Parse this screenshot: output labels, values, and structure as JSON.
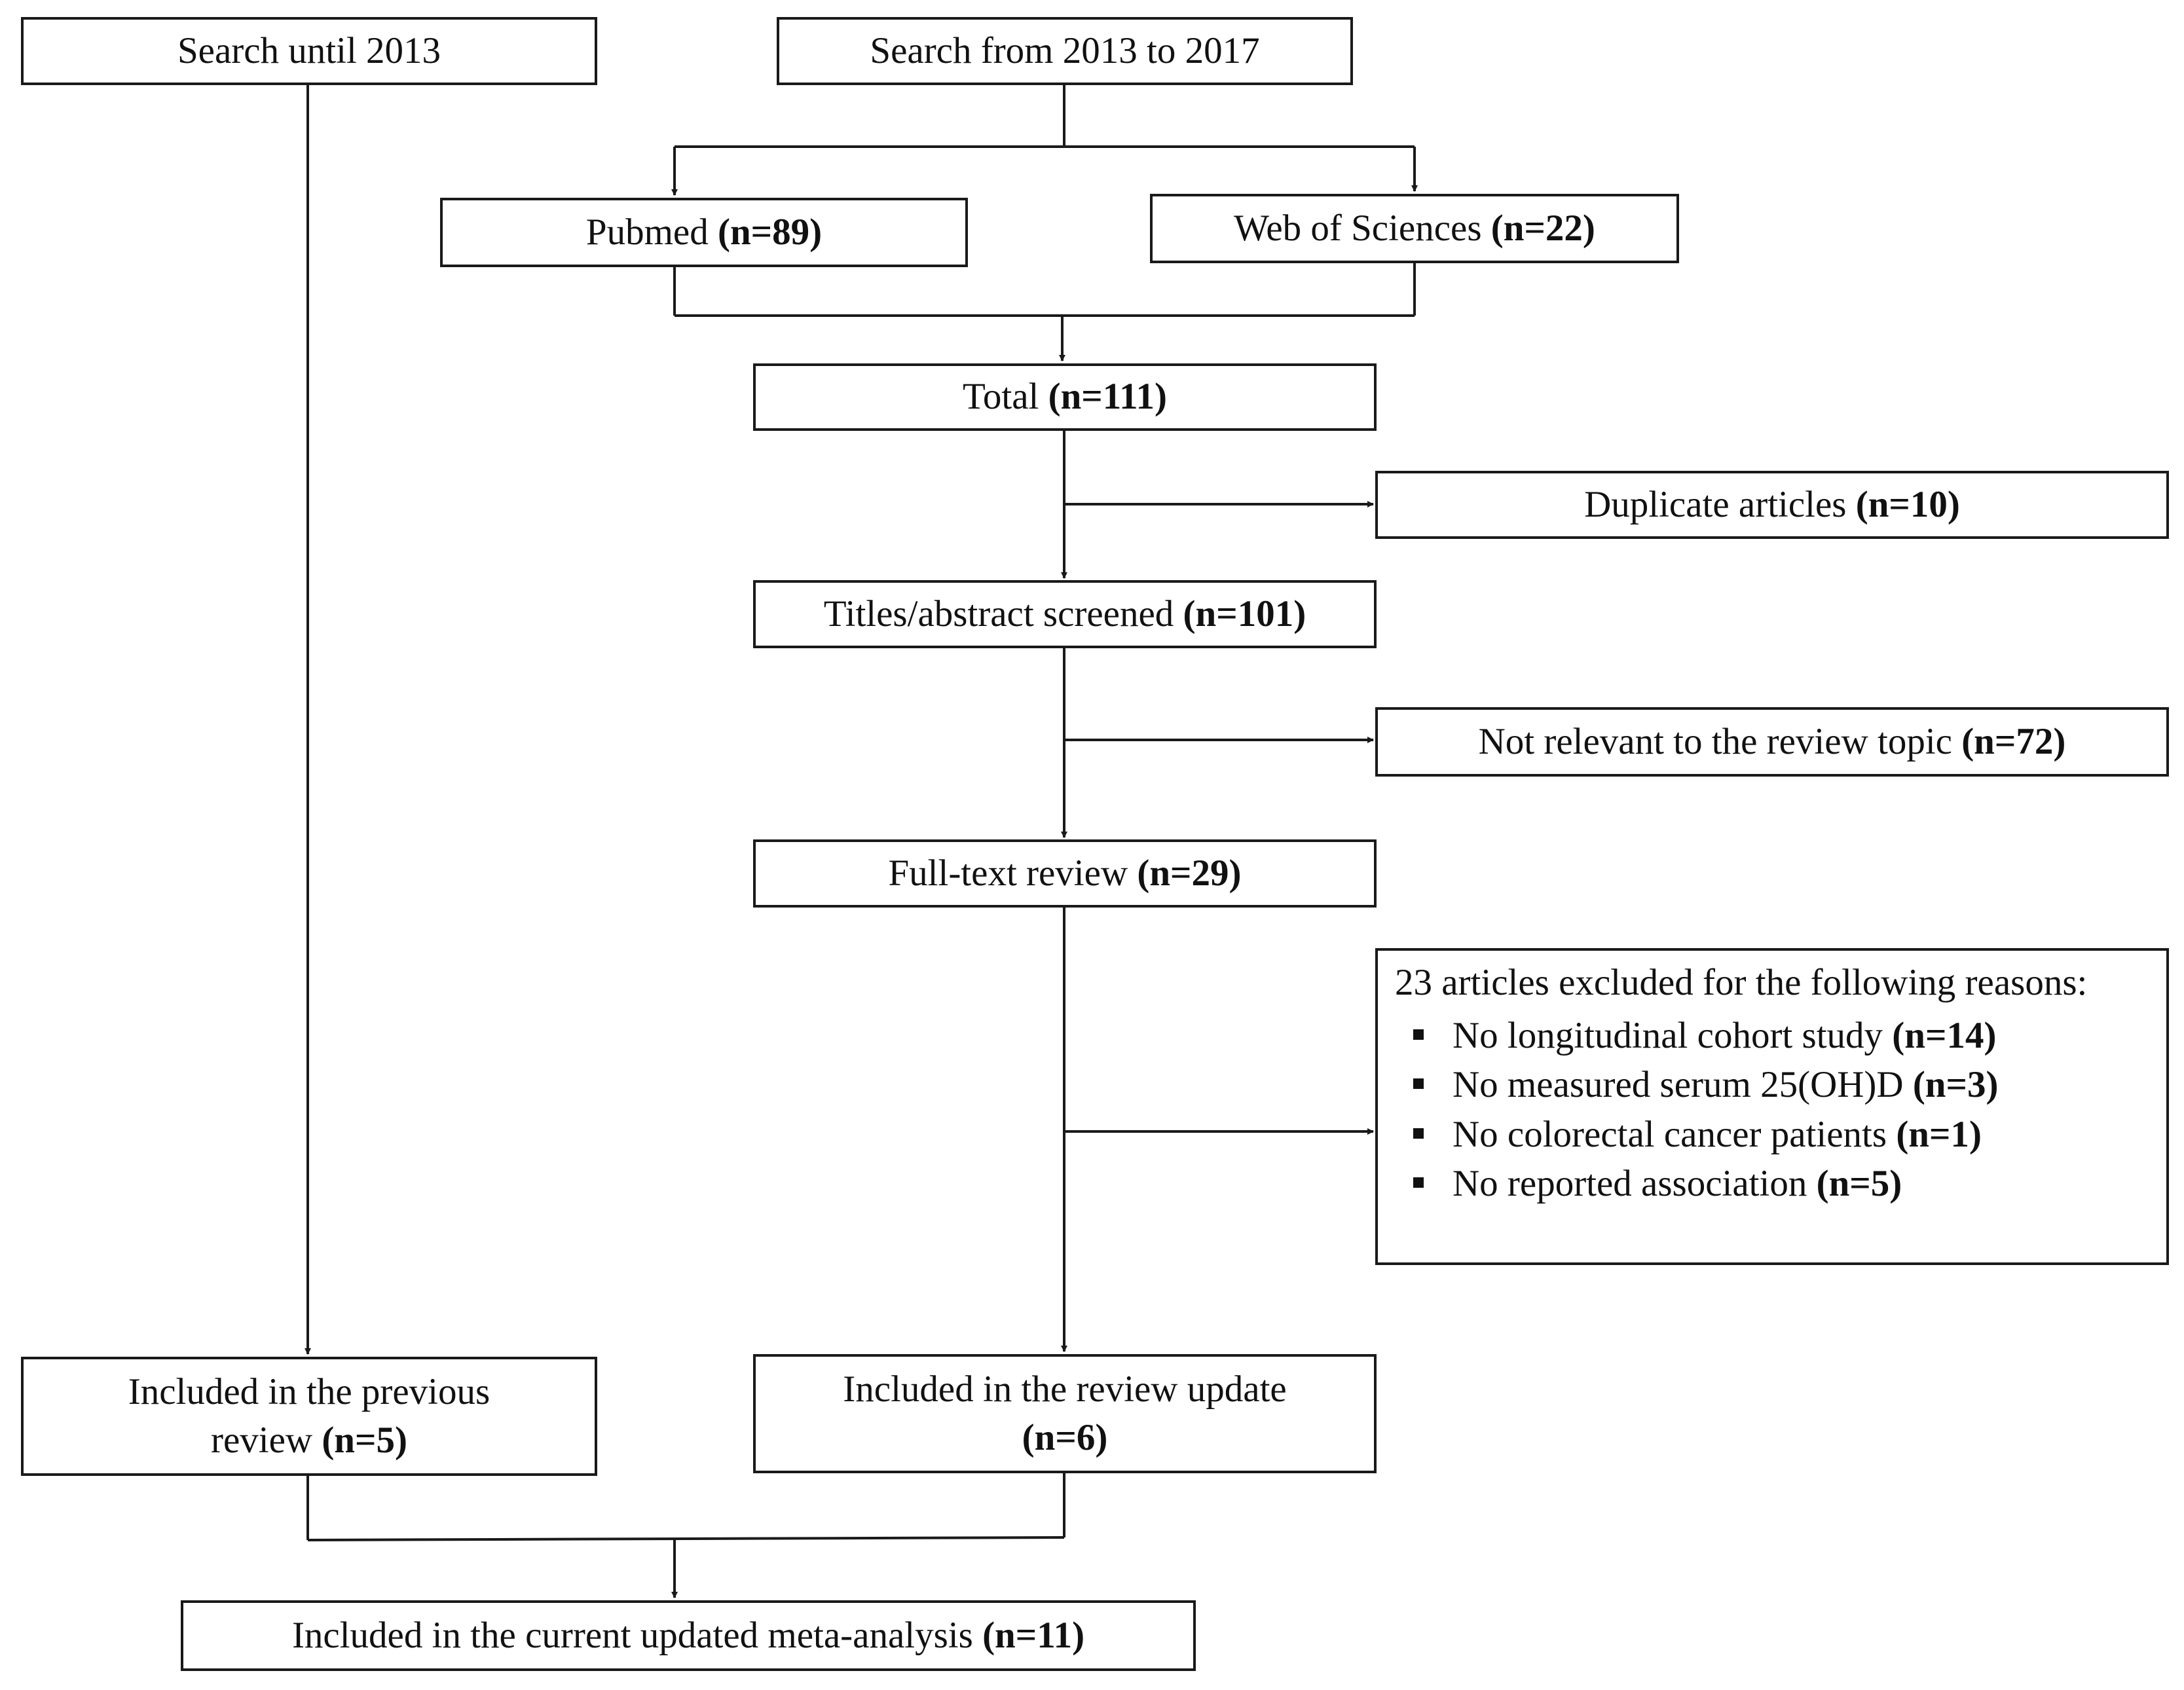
{
  "nodes": {
    "search_until": {
      "text": "Search until 2013"
    },
    "search_range": {
      "text": "Search from 2013 to 2017"
    },
    "pubmed": {
      "text": "Pubmed",
      "count": "(n=89)"
    },
    "wos": {
      "text": "Web of Sciences",
      "count": "(n=22)"
    },
    "total": {
      "text": "Total",
      "count": "(n=111)"
    },
    "duplicates": {
      "text": "Duplicate articles",
      "count": "(n=10)"
    },
    "screened": {
      "text": "Titles/abstract screened",
      "count": "(n=101)"
    },
    "not_relevant": {
      "text": "Not relevant to the review topic",
      "count": "(n=72)"
    },
    "fulltext": {
      "text": "Full-text review",
      "count": "(n=29)"
    },
    "excluded": {
      "intro": "23 articles excluded for the following reasons:",
      "reasons": [
        {
          "text": "No longitudinal cohort study",
          "count": "(n=14)"
        },
        {
          "text": "No measured serum 25(OH)D",
          "count": "(n=3)"
        },
        {
          "text": "No colorectal cancer patients",
          "count": "(n=1)"
        },
        {
          "text": "No reported association",
          "count": "(n=5)"
        }
      ]
    },
    "prev_review": {
      "line1": "Included in the previous",
      "line2": "review",
      "count": "(n=5)"
    },
    "update": {
      "line1": "Included in the review update",
      "count": "(n=6)"
    },
    "final": {
      "text": "Included in the current updated meta-analysis",
      "count": "(n=11)"
    }
  }
}
